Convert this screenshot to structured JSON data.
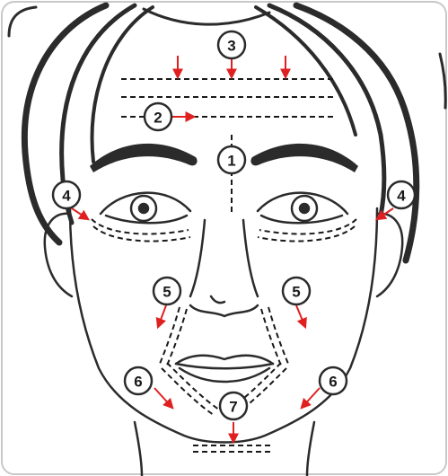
{
  "colors": {
    "line": "#2b2b2b",
    "arrow": "#e02020",
    "frame": "#c8c8c8",
    "background": "#ffffff"
  },
  "callouts": [
    {
      "id": "forehead-zone",
      "label": "3"
    },
    {
      "id": "lower-forehead-line",
      "label": "2"
    },
    {
      "id": "glabella-line",
      "label": "1"
    },
    {
      "id": "left-crows-feet",
      "label": "4"
    },
    {
      "id": "right-crows-feet",
      "label": "4"
    },
    {
      "id": "left-nasolabial",
      "label": "5"
    },
    {
      "id": "right-nasolabial",
      "label": "5"
    },
    {
      "id": "left-marionette",
      "label": "6"
    },
    {
      "id": "right-marionette",
      "label": "6"
    },
    {
      "id": "chin-line",
      "label": "7"
    }
  ]
}
